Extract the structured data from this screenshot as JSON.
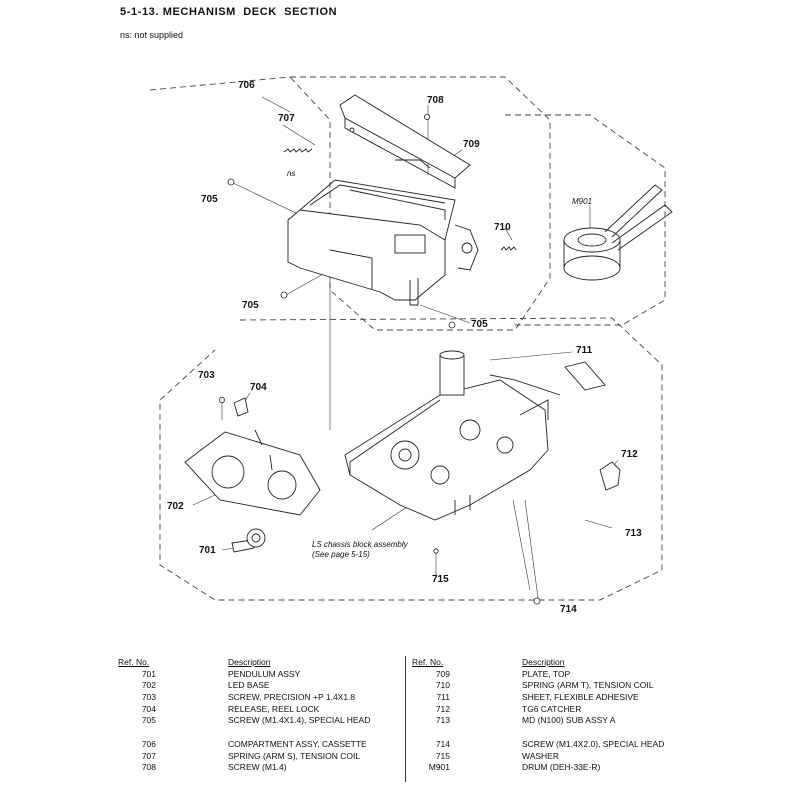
{
  "header": {
    "title": "5-1-13. MECHANISM  DECK  SECTION",
    "note": "ns: not supplied"
  },
  "callouts": {
    "c706": "706",
    "c707": "707",
    "c708": "708",
    "c709": "709",
    "c705a": "705",
    "c705b": "705",
    "c705c": "705",
    "c710": "710",
    "cm901": "M901",
    "c711": "711",
    "c703": "703",
    "c704": "704",
    "c712": "712",
    "c702": "702",
    "c713": "713",
    "c701": "701",
    "c715": "715",
    "c714": "714",
    "ns": "ns",
    "ls_line1": "LS chassis block assembly",
    "ls_line2": "(See page 5-15)"
  },
  "parts_table": {
    "ref_header": "Ref. No.",
    "desc_header": "Description",
    "left": [
      {
        "ref": "701",
        "desc": "PENDULUM ASSY"
      },
      {
        "ref": "702",
        "desc": "LED BASE"
      },
      {
        "ref": "703",
        "desc": "SCREW, PRECISION +P 1.4X1.8"
      },
      {
        "ref": "704",
        "desc": "RELEASE, REEL LOCK"
      },
      {
        "ref": "705",
        "desc": "SCREW (M1.4X1.4), SPECIAL HEAD"
      },
      {
        "ref": "706",
        "desc": "COMPARTMENT ASSY, CASSETTE"
      },
      {
        "ref": "707",
        "desc": "SPRING (ARM S), TENSION COIL"
      },
      {
        "ref": "708",
        "desc": "SCREW (M1.4)"
      }
    ],
    "right": [
      {
        "ref": "709",
        "desc": "PLATE, TOP"
      },
      {
        "ref": "710",
        "desc": "SPRING (ARM T), TENSION COIL"
      },
      {
        "ref": "711",
        "desc": "SHEET, FLEXIBLE ADHESIVE"
      },
      {
        "ref": "712",
        "desc": "TG6 CATCHER"
      },
      {
        "ref": "713",
        "desc": "MD (N100) SUB ASSY A"
      },
      {
        "ref": "714",
        "desc": "SCREW (M1.4X2.0), SPECIAL HEAD"
      },
      {
        "ref": "715",
        "desc": "WASHER"
      },
      {
        "ref": "M901",
        "desc": "DRUM (DEH-33E-R)"
      }
    ]
  }
}
